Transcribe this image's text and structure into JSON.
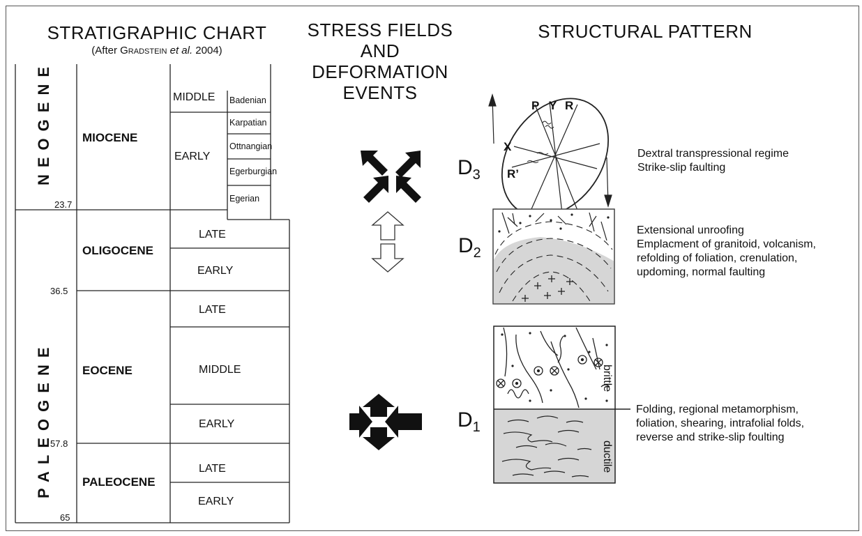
{
  "headers": {
    "strat_title": "STRATIGRAPHIC CHART",
    "strat_cite_prefix": "(After ",
    "strat_cite_author": "Gradstein",
    "strat_cite_etal": "et al.",
    "strat_cite_year": " 2004)",
    "stress_line1": "STRESS FIELDS",
    "stress_line2": "AND",
    "stress_line3": "DEFORMATION",
    "stress_line4": "EVENTS",
    "structural_title": "STRUCTURAL PATTERN"
  },
  "periods": {
    "neogene": "NEOGENE",
    "paleogene": "PALEOGENE"
  },
  "ages": {
    "a23_7": "23.7",
    "a36_5": "36.5",
    "a57_8": "57.8",
    "a65": "65"
  },
  "epochs": {
    "miocene": "MIOCENE",
    "oligocene": "OLIGOCENE",
    "eocene": "EOCENE",
    "paleocene": "PALEOCENE"
  },
  "subepochs": {
    "mio_middle": "MIDDLE",
    "mio_early": "EARLY",
    "oli_late": "LATE",
    "oli_early": "EARLY",
    "eoc_late": "LATE",
    "eoc_middle": "MIDDLE",
    "eoc_early": "EARLY",
    "pal_late": "LATE",
    "pal_early": "EARLY"
  },
  "stages": {
    "badenian": "Badenian",
    "karpatian": "Karpatian",
    "ottnangian": "Ottnangian",
    "egerburgian": "Egerburgian",
    "egerian": "Egerian"
  },
  "events": {
    "d3": {
      "main": "D",
      "sub": "3",
      "line1": "Dextral transpressional regime",
      "line2": "Strike-slip faulting"
    },
    "d2": {
      "main": "D",
      "sub": "2",
      "line1": "Extensional unroofing",
      "line2": "Emplacment of granitoid, volcanism,",
      "line3": "refolding of foliation, crenulation,",
      "line4": "updoming, normal faulting"
    },
    "d1": {
      "main": "D",
      "sub": "1",
      "line1": "Folding, regional metamorphism,",
      "line2": "foliation, shearing, intrafolial folds,",
      "line3": "reverse and strike-slip foulting"
    }
  },
  "ellipse_labels": {
    "p": "P",
    "y": "Y",
    "r": "R",
    "x": "X",
    "rprime": "R’"
  },
  "box_labels": {
    "brittle": "brittle",
    "ductile": "ductile"
  }
}
